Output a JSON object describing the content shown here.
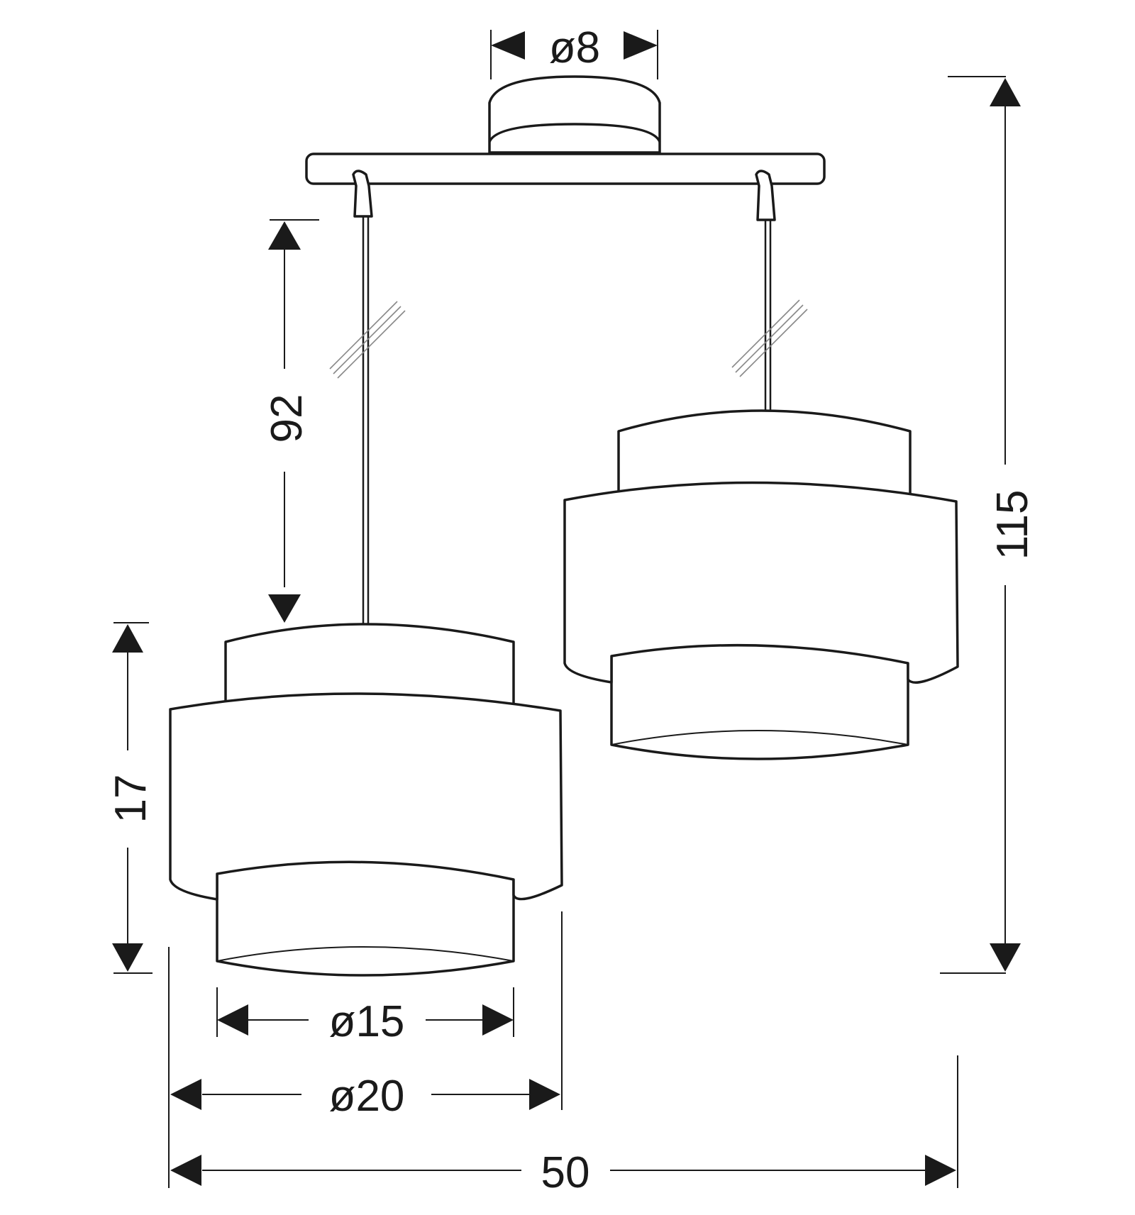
{
  "dimensions": {
    "canopy_diameter": "ø8",
    "drop_length": "92",
    "overall_height": "115",
    "shade_height": "17",
    "inner_shade_diameter": "ø15",
    "outer_shade_diameter": "ø20",
    "overall_width": "50"
  }
}
